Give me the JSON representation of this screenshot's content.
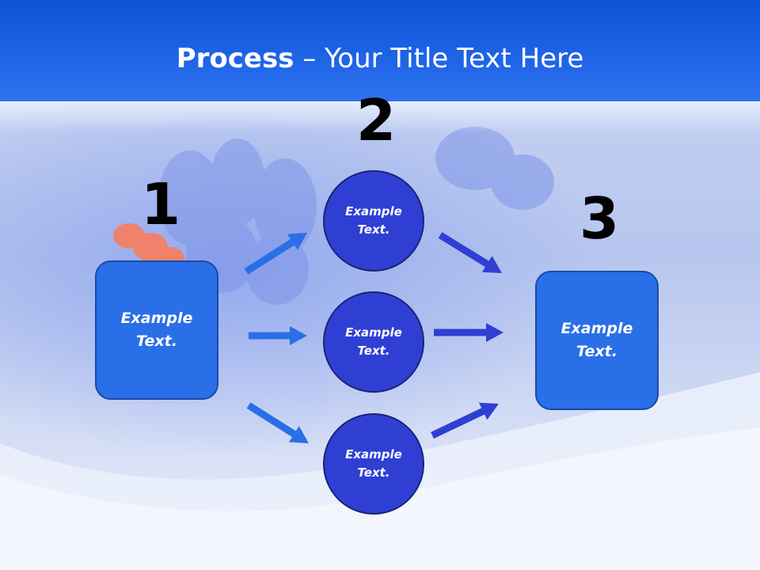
{
  "slide": {
    "title_bold": "Process",
    "title_rest": " – Your Title Text Here"
  },
  "steps": [
    {
      "number": "1",
      "text": "Example\nText."
    },
    {
      "number": "2",
      "items": [
        "Example\nText.",
        "Example\nText.",
        "Example\nText."
      ]
    },
    {
      "number": "3",
      "text": "Example\nText."
    }
  ],
  "colors": {
    "header": "#1d63e6",
    "box_fill": "#2a6fe8",
    "circle_fill": "#2f3fd4",
    "arrow_in": "#2a6fe8",
    "arrow_out": "#2f3fd4"
  }
}
